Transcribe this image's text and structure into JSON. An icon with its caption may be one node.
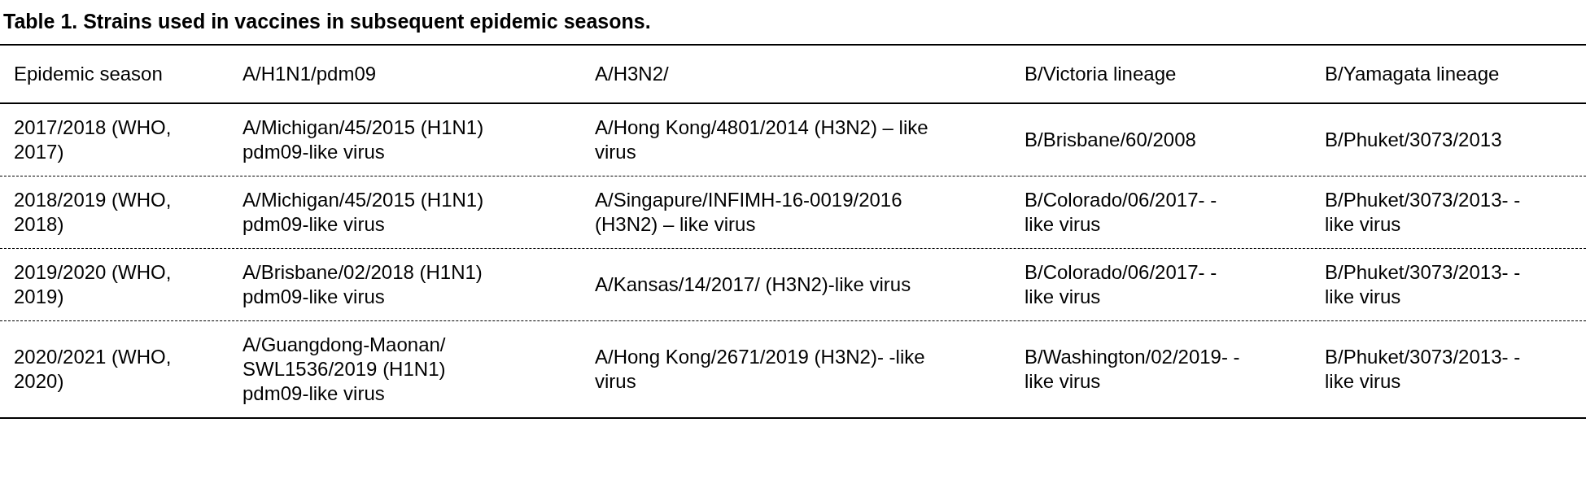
{
  "diagram": {
    "title": "Table 1. Strains used in vaccines in subsequent epidemic seasons.",
    "labels": [
      "Epidemic season",
      "A/H1N1/pdm09",
      "A/H3N2/",
      "B/Victoria lineage",
      "B/Yamagata lineage",
      "2017/2018 (WHO, 2017)",
      "A/Michigan/45/2015 (H1N1) pdm09-like virus",
      "A/Hong Kong/4801/2014 (H3N2) – like virus",
      "B/Brisbane/60/2008",
      "B/Phuket/3073/2013",
      "2018/2019 (WHO, 2018)",
      "A/Michigan/45/2015 (H1N1) pdm09-like virus",
      "A/Singapure/INFIMH-16-0019/2016 (H3N2) – like virus",
      "B/Colorado/06/2017- -like virus",
      "B/Phuket/3073/2013- -like virus",
      "2019/2020 (WHO, 2019)",
      "A/Brisbane/02/2018 (H1N1) pdm09-like virus",
      "A/Kansas/14/2017/ (H3N2)-like virus",
      "B/Colorado/06/2017- -like virus",
      "B/Phuket/3073/2013- -like virus",
      "2020/2021 (WHO, 2020)",
      "A/Guangdong-Maonan/ SWL1536/2019 (H1N1) pdm09-like virus",
      "A/Hong Kong/2671/2019 (H3N2)- -like virus",
      "B/Washington/02/2019- -like virus",
      "B/Phuket/3073/2013- -like virus"
    ]
  }
}
